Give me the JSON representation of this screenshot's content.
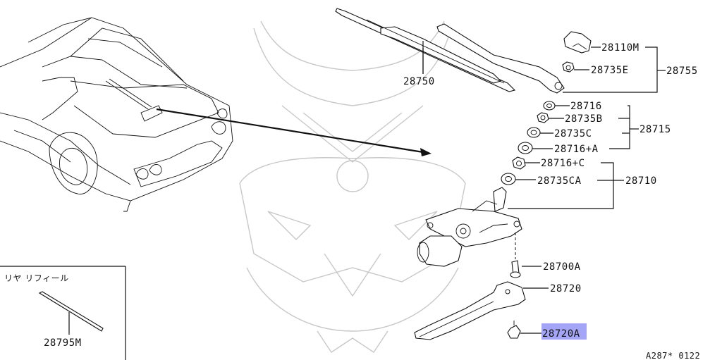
{
  "diagram": {
    "inset_title": "リヤ リフィール",
    "code": "A287* 0122",
    "highlight_color": "#5b5bf0",
    "parts": {
      "p28750": "28750",
      "p28110M": "28110M",
      "p28735E": "28735E",
      "p28755": "28755",
      "p28716": "28716",
      "p28735B": "28735B",
      "p28735C": "28735C",
      "p28715": "28715",
      "p28716A": "28716+A",
      "p28716C": "28716+C",
      "p28735CA": "28735CA",
      "p28710": "28710",
      "p28700A": "28700A",
      "p28720": "28720",
      "p28720A": "28720A",
      "p28795M": "28795M"
    }
  }
}
